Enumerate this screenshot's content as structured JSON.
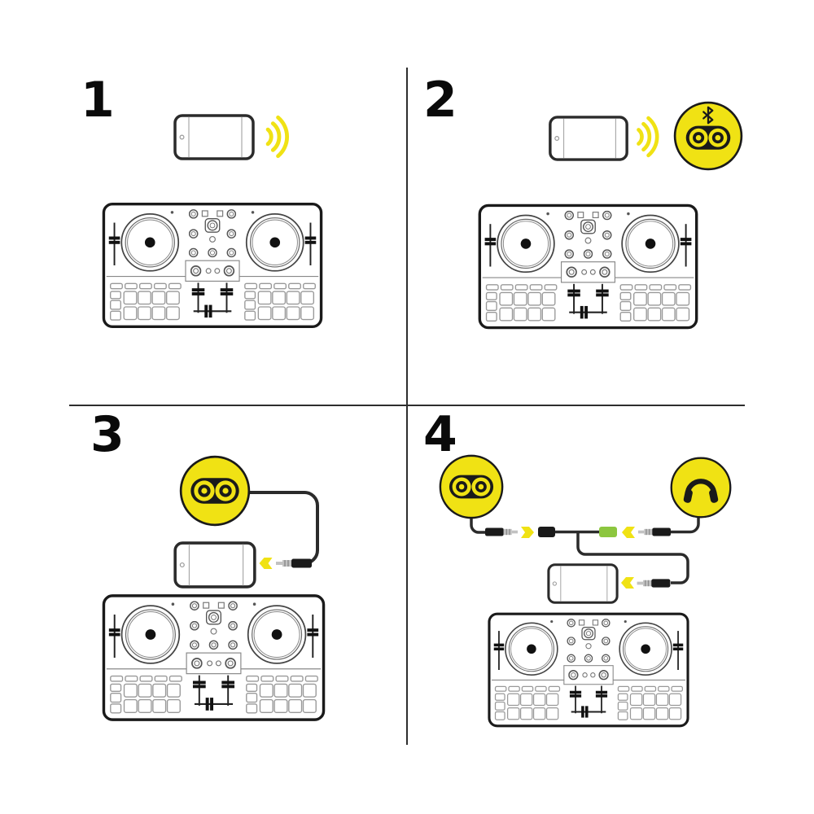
{
  "panels": [
    {
      "number": "1",
      "icons": [
        "smartphone-icon",
        "signal-waves-icon",
        "dj-controller-icon"
      ]
    },
    {
      "number": "2",
      "icons": [
        "smartphone-icon",
        "signal-waves-icon",
        "bluetooth-icon",
        "speaker-icon",
        "dj-controller-icon"
      ]
    },
    {
      "number": "3",
      "icons": [
        "speaker-icon",
        "audio-cable-icon",
        "jack-plug-icon",
        "arrow-icon",
        "smartphone-icon",
        "dj-controller-icon"
      ]
    },
    {
      "number": "4",
      "icons": [
        "speaker-icon",
        "headphones-icon",
        "splitter-cable-icon",
        "jack-plug-icon",
        "arrow-icon",
        "smartphone-icon",
        "dj-controller-icon"
      ]
    }
  ],
  "colors": {
    "yellow": "#F0E214",
    "green": "#8CC63F",
    "ink": "#1A1A1A",
    "cable": "#2B2B2B",
    "silver": "#C2C2C2",
    "divider": "#2E2E2E"
  }
}
